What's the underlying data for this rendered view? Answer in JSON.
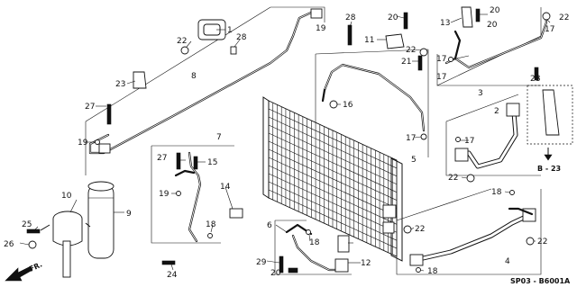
{
  "diagram": {
    "part_numbers": [
      "1",
      "2",
      "3",
      "4",
      "5",
      "6",
      "7",
      "8",
      "9",
      "10",
      "11",
      "12",
      "13",
      "14",
      "15",
      "16",
      "17",
      "18",
      "19",
      "20",
      "21",
      "22",
      "23",
      "24",
      "25",
      "26",
      "27",
      "28",
      "29"
    ],
    "callouts": {
      "n1": "1",
      "n2": "2",
      "n3": "3",
      "n4": "4",
      "n5": "5",
      "n6": "6",
      "n7": "7",
      "n8": "8",
      "n9": "9",
      "n10": "10",
      "n11": "11",
      "n12": "12",
      "n13": "13",
      "n14": "14",
      "n15": "15",
      "n16": "16",
      "n17": "17",
      "n18": "18",
      "n19": "19",
      "n20": "20",
      "n21": "21",
      "n22": "22",
      "n23": "23",
      "n24": "24",
      "n25": "25",
      "n26": "26",
      "n27": "27",
      "n28": "28",
      "n29": "29"
    },
    "reference": "B - 23",
    "front_label": "FR.",
    "diagram_code": "SP03 - B6001A"
  }
}
